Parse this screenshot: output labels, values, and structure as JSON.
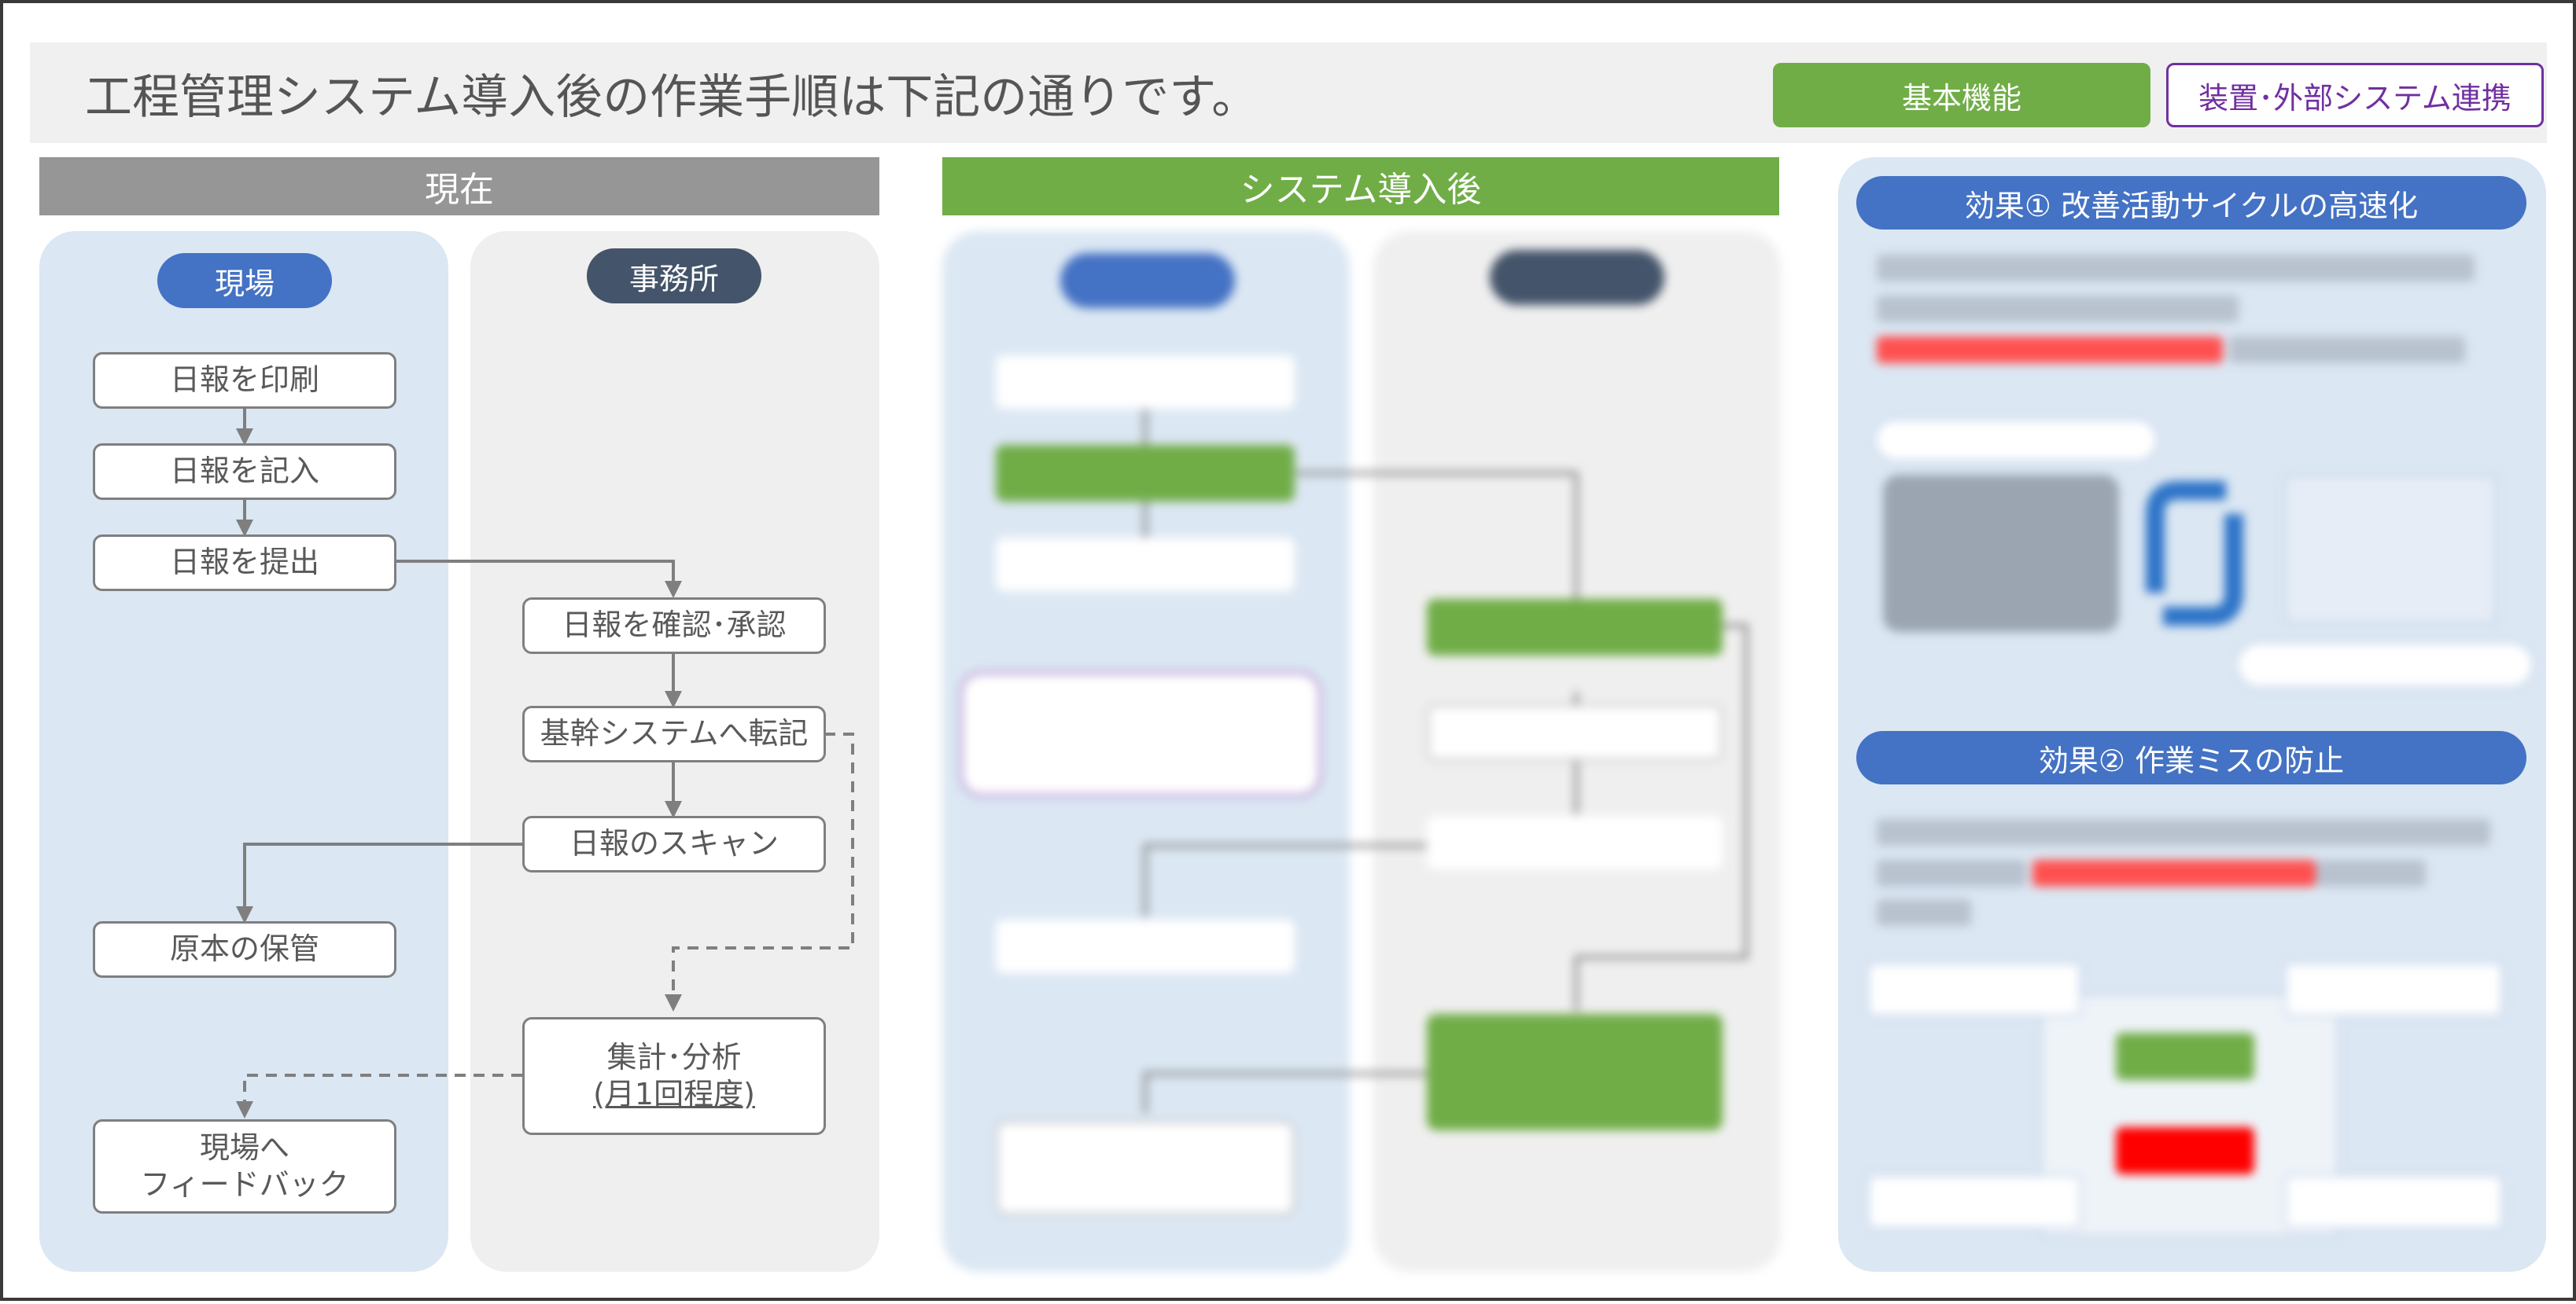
{
  "header": {
    "title": "工程管理システム導入後の作業手順は下記の通りです。",
    "btn_basic": "基本機能",
    "btn_external": "装置･外部システム連携"
  },
  "current": {
    "heading": "現在",
    "lane_site": "現場",
    "lane_office": "事務所",
    "boxes": {
      "print": "日報を印刷",
      "fill": "日報を記入",
      "submit": "日報を提出",
      "confirm": "日報を確認･承認",
      "transfer": "基幹システムへ転記",
      "scan": "日報のスキャン",
      "storage": "原本の保管",
      "analysis_line1": "集計･分析",
      "analysis_line2": "(月1回程度)",
      "feedback_line1": "現場へ",
      "feedback_line2": "フィードバック"
    }
  },
  "after": {
    "heading": "システム導入後"
  },
  "effects": {
    "effect1_title": "効果① 改善活動サイクルの高速化",
    "effect2_title": "効果② 作業ミスの防止"
  },
  "colors": {
    "green": "#70ad47",
    "blue": "#4472c4",
    "navy": "#44546a",
    "gray_head": "#969696",
    "purple": "#7030a0",
    "lane_blue": "#dbe7f3",
    "lane_gray": "#efefef"
  }
}
